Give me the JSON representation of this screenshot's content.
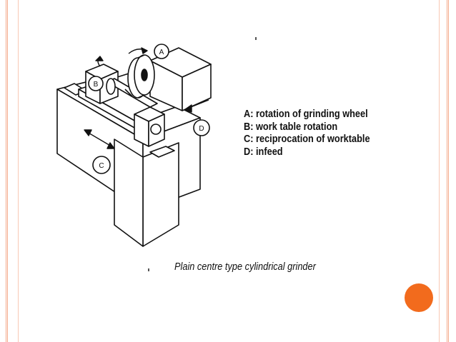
{
  "legend": [
    {
      "key": "A",
      "text": "A: rotation of grinding wheel"
    },
    {
      "key": "B",
      "text": "B: work table rotation"
    },
    {
      "key": "C",
      "text": "C: reciprocation of worktable"
    },
    {
      "key": "D",
      "text": "D: infeed"
    }
  ],
  "caption": "Plain centre type cylindrical grinder",
  "callouts": {
    "a": "A",
    "b": "B",
    "c": "C",
    "d": "D"
  },
  "colors": {
    "border": "#f4a98a",
    "accent_dot": "#f26b1d",
    "ink": "#111111"
  }
}
